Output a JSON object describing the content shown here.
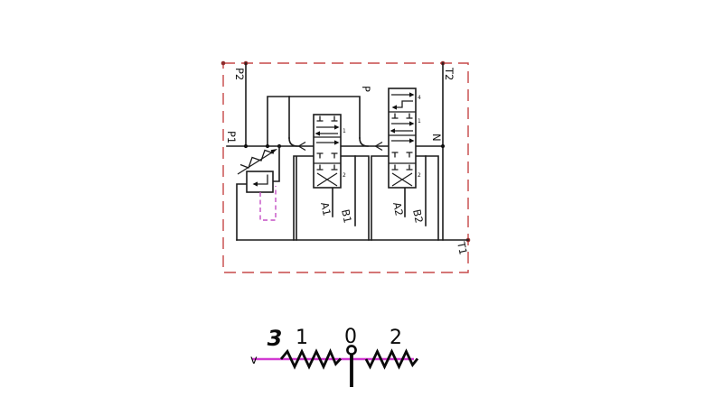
{
  "diagram_type": "hydraulic-directional-valve-schematic",
  "ports": {
    "p2": "P2",
    "p1": "P1",
    "t2": "T2",
    "n": "N",
    "t1": "T1",
    "p": "P"
  },
  "work_ports": {
    "a1": "A1",
    "b1": "B1",
    "a2": "A2",
    "b2": "B2"
  },
  "valve1_markers": {
    "pos1": "1",
    "pos2": "2"
  },
  "valve2_markers": {
    "pos4": "4",
    "pos1": "1",
    "pos2": "2"
  },
  "legend": {
    "positions": [
      "3",
      "1",
      "0",
      "2"
    ],
    "check_mark": "v"
  },
  "colors": {
    "boundary_red": "#c64848",
    "anchor_dot_red": "#8e2c2c",
    "pilot_magenta": "#c44fc4",
    "detent_magenta": "#d23ad2",
    "line_black": "#1c1c1c"
  }
}
